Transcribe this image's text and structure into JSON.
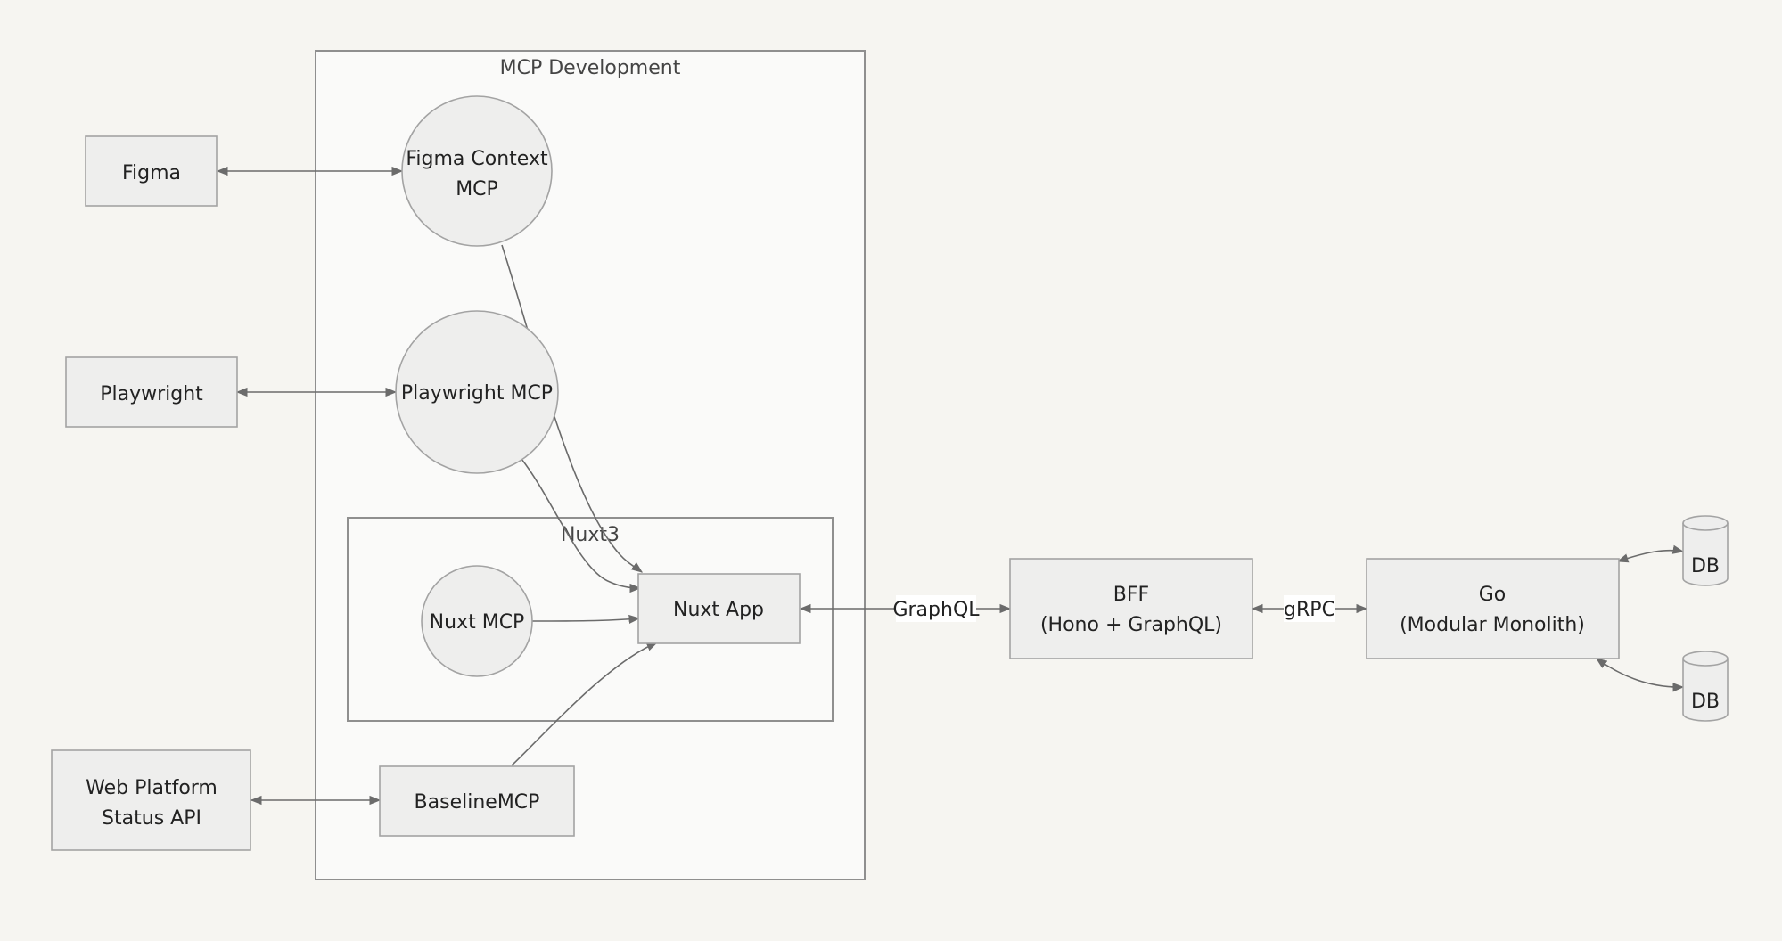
{
  "clusters": {
    "mcp_dev": "MCP Development",
    "nuxt3": "Nuxt3"
  },
  "nodes": {
    "figma": "Figma",
    "playwright": "Playwright",
    "web_platform": [
      "Web Platform",
      "Status API"
    ],
    "figma_mcp": [
      "Figma Context",
      "MCP"
    ],
    "playwright_mcp": "Playwright MCP",
    "nuxt_mcp": "Nuxt MCP",
    "nuxt_app": "Nuxt App",
    "baseline_mcp": "BaselineMCP",
    "bff": [
      "BFF",
      "(Hono + GraphQL)"
    ],
    "go": [
      "Go",
      "(Modular Monolith)"
    ],
    "db1": "DB",
    "db2": "DB"
  },
  "edges": {
    "graphql": "GraphQL",
    "grpc": "gRPC"
  }
}
